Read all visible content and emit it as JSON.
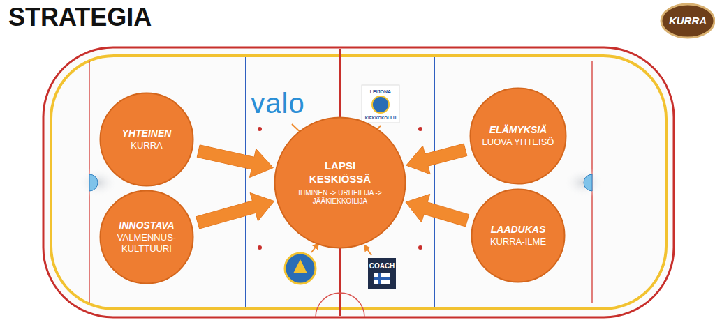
{
  "diagram": {
    "title": "STRATEGIA",
    "nodes": [
      {
        "text": [
          "YHTEINEN",
          "KURRA"
        ]
      },
      {
        "text": [
          "LAPSI KESKIÖSSÄ",
          "IHMINEN -> URHEILIJA -> JÄÄKIEKKOILIJA"
        ]
      },
      {
        "text": [
          "ELÄMYKSIÄ",
          "LUOVA YHTEISÖ"
        ]
      },
      {
        "text": [
          "INNOSTAVA",
          "VALMENNUS- KULTTUURI"
        ]
      },
      {
        "text": [
          "LAADUKAS",
          "KURRA-ILME"
        ]
      }
    ],
    "edges": [
      {
        "from": 0,
        "to": 1,
        "arrow": "to"
      },
      {
        "from": 2,
        "to": 1,
        "arrow": "to"
      },
      {
        "from": 3,
        "to": 1,
        "arrow": "to"
      },
      {
        "from": 4,
        "to": 1,
        "arrow": "to"
      }
    ],
    "labels": [
      "KURRA",
      "valo",
      "LEIJONA",
      "KIEKKOKOULU",
      "COACH"
    ]
  }
}
